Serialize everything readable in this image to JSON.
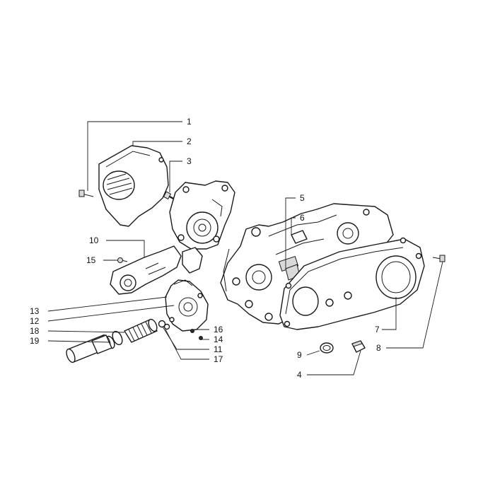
{
  "callouts": {
    "c1": "1",
    "c2": "2",
    "c3": "3",
    "c4": "4",
    "c5": "5",
    "c6": "6",
    "c7": "7",
    "c8": "8",
    "c9": "9",
    "c10": "10",
    "c11": "11",
    "c12": "12",
    "c13": "13",
    "c14": "14",
    "c15": "15",
    "c16": "16",
    "c17": "17",
    "c18": "18",
    "c19": "19"
  },
  "colors": {
    "line": "#1a1a1a",
    "background": "#ffffff",
    "shade": "#d9d9d9"
  }
}
